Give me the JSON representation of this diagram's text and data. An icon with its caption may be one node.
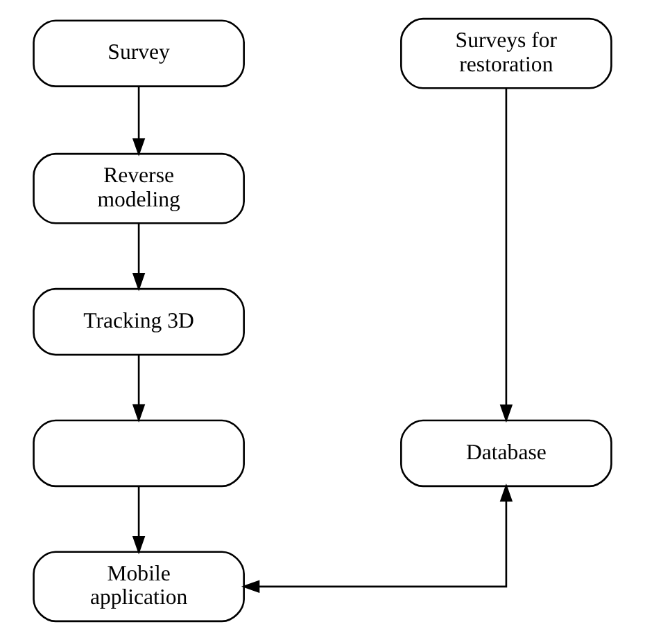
{
  "diagram": {
    "nodes": [
      {
        "text": [
          "Survey"
        ]
      },
      {
        "text": [
          "Reverse modeling"
        ]
      },
      {
        "text": [
          "Tracking 3D"
        ]
      },
      {
        "text": [],
        "shape": "box"
      },
      {
        "text": [
          "Surveys for restoration"
        ]
      },
      {
        "text": [
          "Database"
        ]
      },
      {
        "text": [
          "Mobile application"
        ]
      }
    ],
    "edges": [
      {
        "from": 0,
        "to": 1,
        "arrow": "to"
      },
      {
        "from": 1,
        "to": 2,
        "arrow": "to"
      },
      {
        "from": 2,
        "to": 3,
        "arrow": "to"
      },
      {
        "from": 3,
        "to": 6,
        "arrow": "to"
      },
      {
        "from": 4,
        "to": 5,
        "arrow": "to"
      },
      {
        "from": 6,
        "to": 5,
        "arrow": "both"
      }
    ]
  }
}
